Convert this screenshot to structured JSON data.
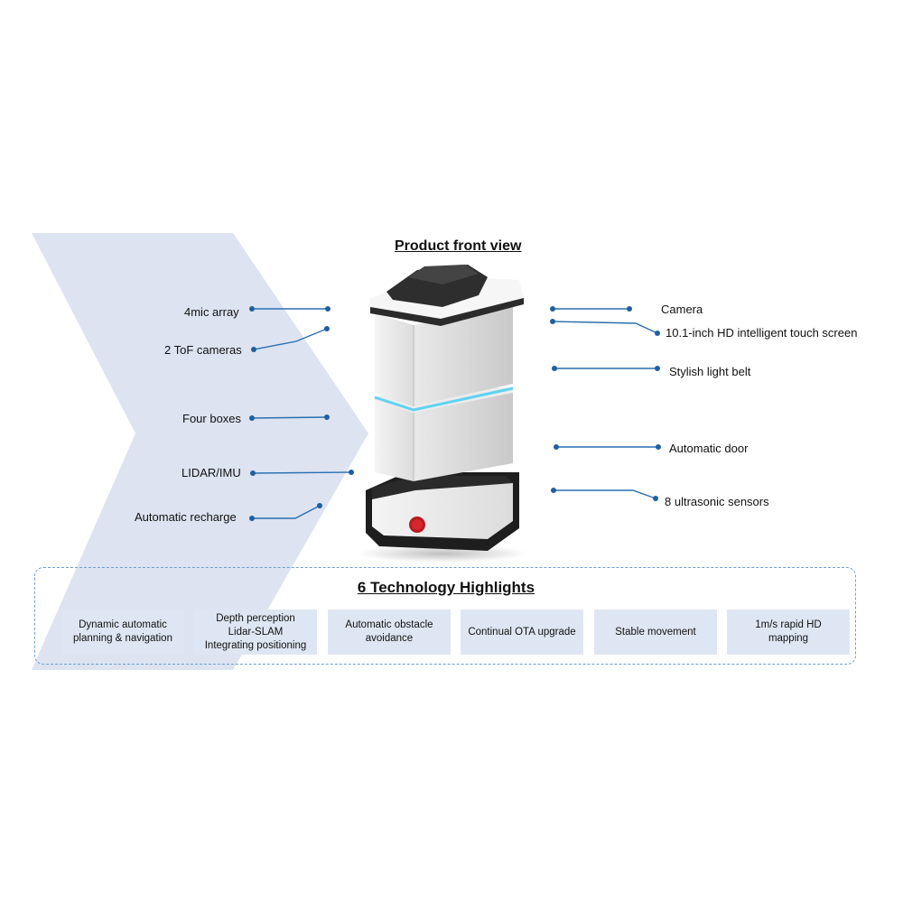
{
  "title": "Product front view",
  "left_labels": [
    {
      "id": "mic",
      "text": "4mic array"
    },
    {
      "id": "tof",
      "text": "2 ToF cameras"
    },
    {
      "id": "boxes",
      "text": "Four boxes"
    },
    {
      "id": "lidar",
      "text": "LIDAR/IMU"
    },
    {
      "id": "recharge",
      "text": "Automatic recharge"
    }
  ],
  "right_labels": [
    {
      "id": "camera",
      "text": "Camera"
    },
    {
      "id": "screen",
      "text": "10.1-inch HD intelligent touch screen"
    },
    {
      "id": "belt",
      "text": "Stylish light belt"
    },
    {
      "id": "door",
      "text": "Automatic door"
    },
    {
      "id": "ultrasonic",
      "text": "8 ultrasonic sensors"
    }
  ],
  "highlights": {
    "title": "6 Technology Highlights",
    "items": [
      "Dynamic automatic\nplanning & navigation",
      "Depth perception\nLidar-SLAM\nIntegrating positioning",
      "Automatic obstacle\navoidance",
      "Continual OTA upgrade",
      "Stable movement",
      "1m/s rapid HD\nmapping"
    ]
  },
  "colors": {
    "chevron": "#dde3f1",
    "leader_line": "#2a6fb0",
    "box_fill": "#dfe6f3",
    "box_border": "#6a9fd0",
    "light_belt": "#5fd3f0",
    "button": "#d7262b"
  }
}
